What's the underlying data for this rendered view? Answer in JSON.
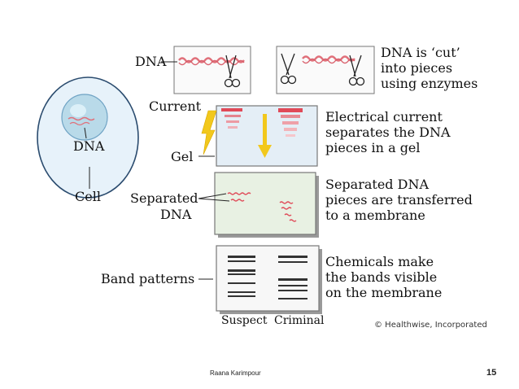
{
  "diagram": {
    "labels": {
      "dna_top": "DNA",
      "current": "Current",
      "gel": "Gel",
      "dna_cell": "DNA",
      "cell": "Cell",
      "separated": "Separated",
      "separated_dna": "DNA",
      "band_patterns": "Band patterns",
      "suspect": "Suspect",
      "criminal": "Criminal"
    },
    "captions": {
      "cut": [
        "DNA is ‘cut’",
        "into pieces",
        "using enzymes"
      ],
      "current": [
        "Electrical current",
        "separates the DNA",
        "pieces in a gel"
      ],
      "transfer": [
        "Separated DNA",
        "pieces are transferred",
        "to a membrane"
      ],
      "chemicals": [
        "Chemicals make",
        "the bands visible",
        "on the membrane"
      ]
    },
    "credit": "© Healthwise, Incorporated"
  },
  "footer": {
    "author": "Raana Karimpour",
    "page_number": "15"
  },
  "colors": {
    "dna_strand": "#e0707a",
    "bolt": "#f2c81c",
    "gel_bg": "#e4eef6",
    "membrane_bg": "#e8f1e3",
    "band_red": "#e04a58",
    "band_dark": "#333333",
    "cell_fill": "#e7f2fa",
    "cell_stroke": "#2a4b6e"
  }
}
